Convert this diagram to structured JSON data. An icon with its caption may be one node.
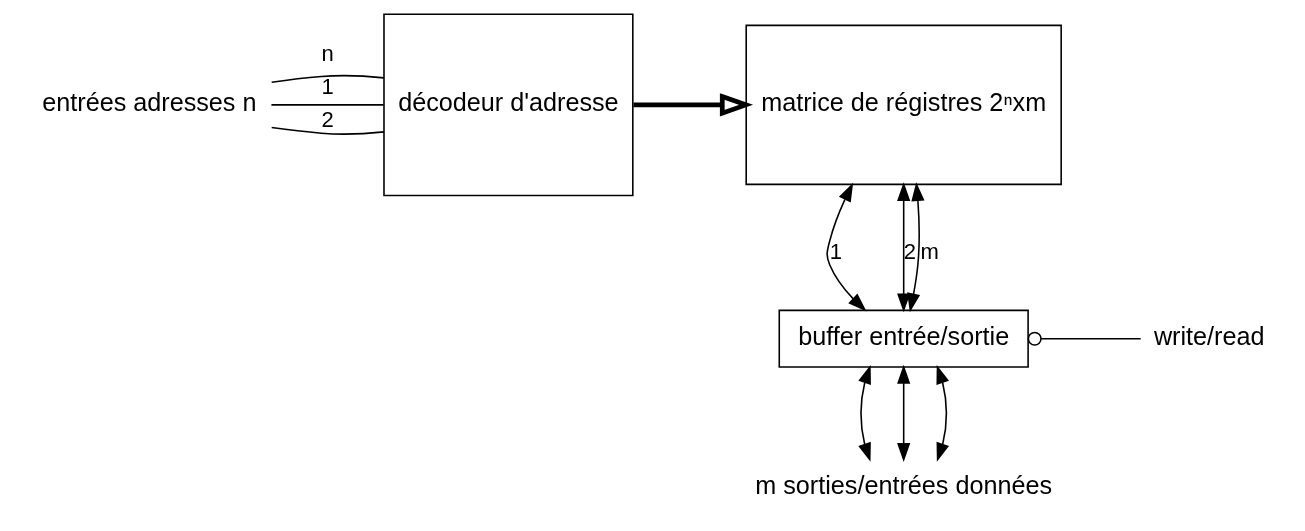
{
  "diagram": {
    "nodes": [
      {
        "text": [
          "entrées adresses n"
        ]
      },
      {
        "text": [
          "décodeur d'adresse"
        ]
      },
      {
        "text": [
          "matrice de régistres 2ⁿxm"
        ]
      },
      {
        "text": [
          "buffer entrée/sortie"
        ]
      },
      {
        "text": [
          "write/read"
        ]
      },
      {
        "text": [
          "m sorties/entrées données"
        ]
      }
    ],
    "edges": [
      {
        "from": 0,
        "to": 1,
        "arrow": "none",
        "label": "1"
      },
      {
        "from": 0,
        "to": 1,
        "arrow": "none",
        "label": "2"
      },
      {
        "from": 0,
        "to": 1,
        "arrow": "none",
        "label": "n"
      },
      {
        "from": 1,
        "to": 2,
        "arrow": "to",
        "style": "thick"
      },
      {
        "from": 2,
        "to": 3,
        "arrow": "both",
        "label": "1"
      },
      {
        "from": 2,
        "to": 3,
        "arrow": "both",
        "label": "2"
      },
      {
        "from": 2,
        "to": 3,
        "arrow": "both",
        "label": "m"
      },
      {
        "from": 3,
        "to": 4,
        "arrow": "other"
      },
      {
        "from": 3,
        "to": 5,
        "arrow": "both"
      },
      {
        "from": 3,
        "to": 5,
        "arrow": "both"
      },
      {
        "from": 3,
        "to": 5,
        "arrow": "both"
      }
    ]
  }
}
